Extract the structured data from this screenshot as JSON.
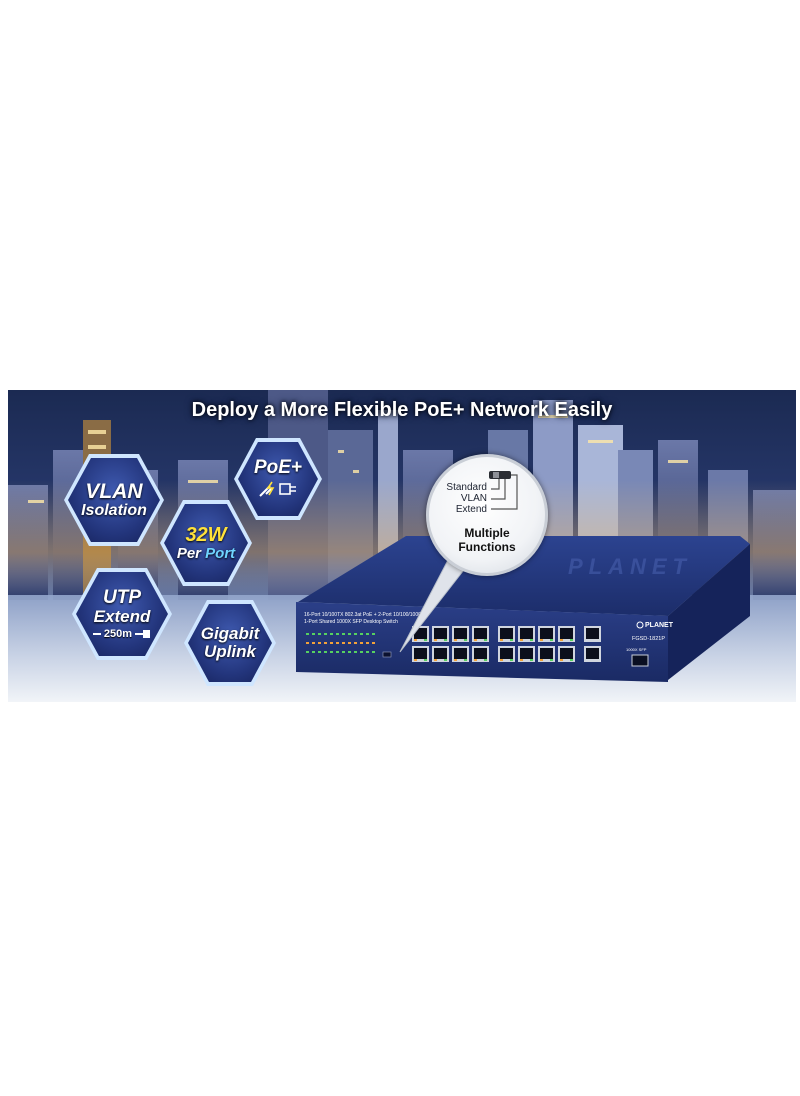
{
  "banner": {
    "title": "Deploy a More Flexible PoE+ Network Easily",
    "features": [
      {
        "line1": "VLAN",
        "line2": "Isolation"
      },
      {
        "line1": "PoE+",
        "line2": ""
      },
      {
        "line1": "32W",
        "line2_a": "Per ",
        "line2_b": "Port"
      },
      {
        "line1": "UTP",
        "line2": "Extend",
        "distance": "250m"
      },
      {
        "line1": "Gigabit",
        "line2": "Uplink"
      }
    ],
    "callout": {
      "options": [
        "Standard",
        "VLAN",
        "Extend"
      ],
      "line1": "Multiple",
      "line2": "Functions"
    },
    "device": {
      "brand": "PLANET",
      "model": "FGSD-1821P",
      "description_line1": "16-Port 10/100TX 802.3at PoE + 2-Port 10/100/1000T",
      "description_line2": "1-Port Shared 1000X SFP Desktop Switch",
      "sfp_label": "1000X SFP",
      "lid_logo": "PLANET"
    }
  },
  "colors": {
    "device_blue": "#22357a",
    "hex_border": "#cfe6ff",
    "accent_yellow": "#ffe23a",
    "accent_cyan": "#6fd4ff"
  }
}
